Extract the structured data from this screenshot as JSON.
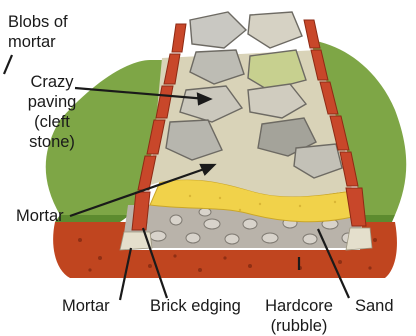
{
  "labels": {
    "blobs_of_mortar": [
      "Blobs of",
      "mortar"
    ],
    "crazy_paving": [
      "Crazy",
      "paving",
      "(cleft",
      "stone)"
    ],
    "mortar_side": "Mortar",
    "mortar_bottom": "Mortar",
    "brick_edging": "Brick edging",
    "hardcore": [
      "Hardcore",
      "(rubble)"
    ],
    "sand": "Sand"
  },
  "colors": {
    "grass": "#6f9a3a",
    "brick": "#c8472a",
    "mortar": "#d9d3b8",
    "sand": "#f1d24a",
    "soil": "#c0451f",
    "stone": "#c9c8c2",
    "rubble": "#b9b3aa"
  }
}
